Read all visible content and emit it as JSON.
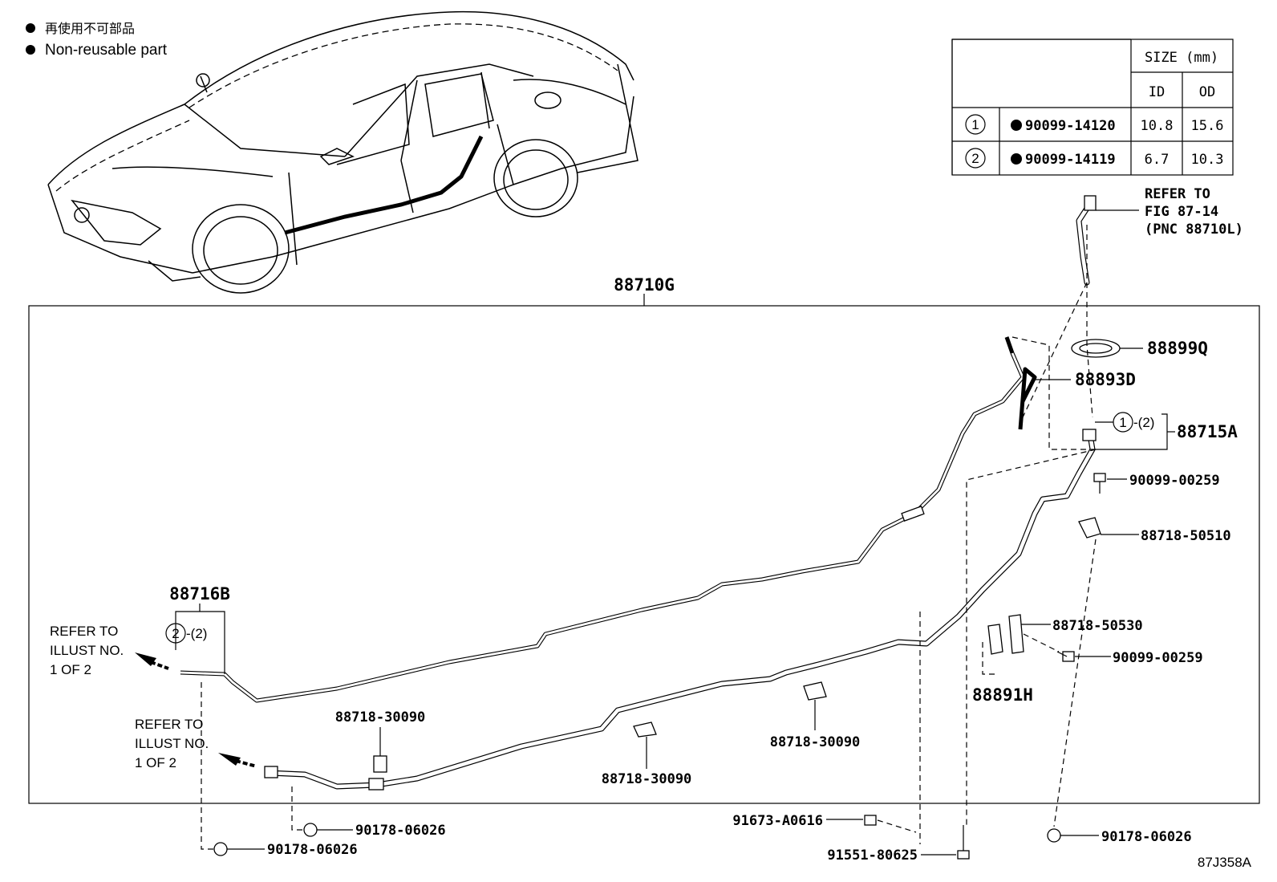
{
  "legend": {
    "items": [
      {
        "bullet": "●",
        "text": "再使用不可部品"
      },
      {
        "bullet": "●",
        "text": "Non-reusable part"
      }
    ]
  },
  "size_table": {
    "header": "SIZE (mm)",
    "columns": [
      "ID",
      "OD"
    ],
    "rows": [
      {
        "ref": "1",
        "part": "90099-14120",
        "id": "10.8",
        "od": "15.6"
      },
      {
        "ref": "2",
        "part": "90099-14119",
        "id": "6.7",
        "od": "10.3"
      }
    ]
  },
  "refer_fig": [
    "REFER TO",
    "FIG 87-14",
    "(PNC 88710L)"
  ],
  "main_assembly": "88710G",
  "parts": {
    "p88899Q": "88899Q",
    "p88893D": "88893D",
    "p88715A": "88715A",
    "p88715A_ref": "1",
    "p88715A_ref2": "-(2)",
    "p90099_00259_a": "90099-00259",
    "p88718_50510": "88718-50510",
    "p88718_50530": "88718-50530",
    "p90099_00259_b": "90099-00259",
    "p88891H": "88891H",
    "p88716B": "88716B",
    "p88716B_ref": "2",
    "p88716B_ref2": "-(2)",
    "p88718_30090_a": "88718-30090",
    "p88718_30090_b": "88718-30090",
    "p88718_30090_c": "88718-30090",
    "p90178_06026_a": "90178-06026",
    "p90178_06026_b": "90178-06026",
    "p90178_06026_c": "90178-06026",
    "p91673_A0616": "91673-A0616",
    "p91551_80625": "91551-80625"
  },
  "refer_illust_1": [
    "REFER TO",
    "ILLUST NO.",
    "1 OF 2"
  ],
  "refer_illust_2": [
    "REFER TO",
    "ILLUST NO.",
    "1 OF 2"
  ],
  "figure_code": "87J358A"
}
